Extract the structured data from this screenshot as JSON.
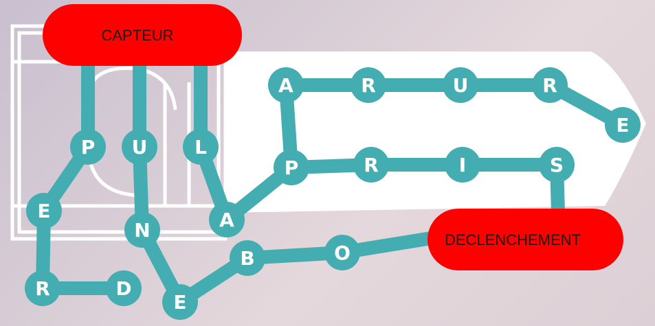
{
  "colors": {
    "track": "#43adb1",
    "node": "#43adb1",
    "node_text": "#ffffff",
    "pill": "#ff0000",
    "pill_text": "#1a1a1a",
    "outline": "#ffffff"
  },
  "terminals": {
    "start": "CAPTEUR",
    "end": "DECLENCHEMENT"
  },
  "nodes": [
    {
      "id": "n-p1",
      "letter": "P"
    },
    {
      "id": "n-u1",
      "letter": "U"
    },
    {
      "id": "n-l1",
      "letter": "L"
    },
    {
      "id": "n-e1",
      "letter": "E"
    },
    {
      "id": "n-n1",
      "letter": "N"
    },
    {
      "id": "n-a1",
      "letter": "A"
    },
    {
      "id": "n-r1",
      "letter": "R"
    },
    {
      "id": "n-d1",
      "letter": "D"
    },
    {
      "id": "n-e2",
      "letter": "E"
    },
    {
      "id": "n-b1",
      "letter": "B"
    },
    {
      "id": "n-o1",
      "letter": "O"
    },
    {
      "id": "n-a2",
      "letter": "A"
    },
    {
      "id": "n-r2",
      "letter": "R"
    },
    {
      "id": "n-u2",
      "letter": "U"
    },
    {
      "id": "n-r3",
      "letter": "R"
    },
    {
      "id": "n-e3",
      "letter": "E"
    },
    {
      "id": "n-p2",
      "letter": "P"
    },
    {
      "id": "n-r4",
      "letter": "R"
    },
    {
      "id": "n-i1",
      "letter": "I"
    },
    {
      "id": "n-s1",
      "letter": "S"
    }
  ]
}
